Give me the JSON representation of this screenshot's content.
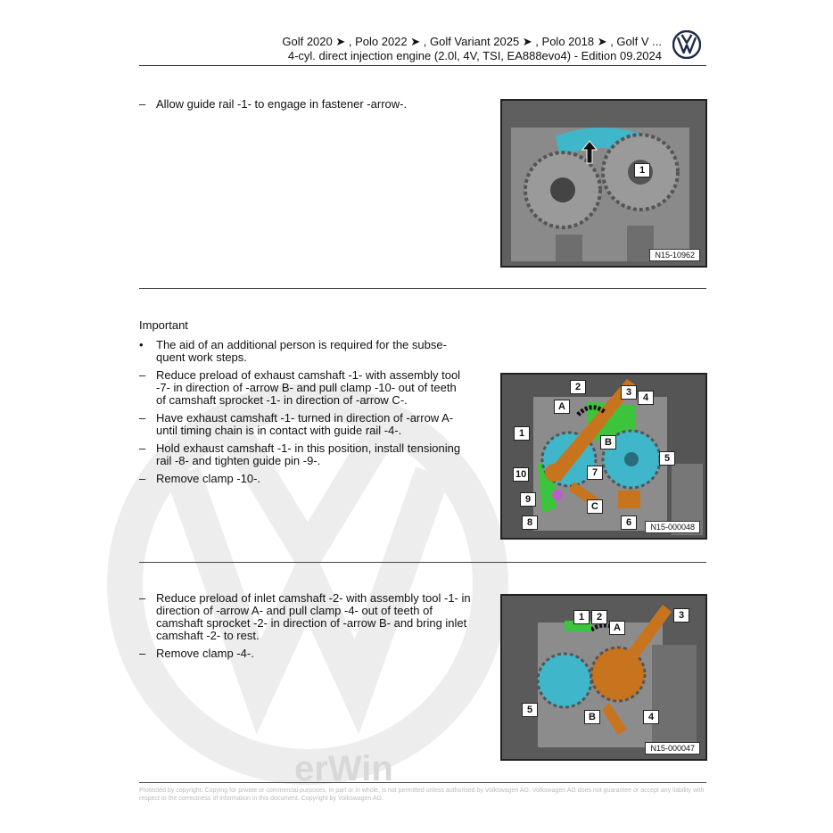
{
  "header": {
    "line1": "Golf 2020 ➤ , Polo 2022 ➤ , Golf Variant 2025 ➤ , Polo 2018 ➤ , Golf V ...",
    "line2": "4-cyl. direct injection engine (2.0l, 4V, TSI, EA888evo4) - Edition 09.2024"
  },
  "sections": [
    {
      "items": [
        {
          "mark": "–",
          "text": "Allow guide rail -1- to engage in fastener -arrow-."
        }
      ],
      "figure": {
        "label": "N15-10962",
        "callouts": [
          "1"
        ]
      }
    },
    {
      "heading": "Important",
      "items": [
        {
          "mark": "•",
          "text": "The aid of an additional person is required for the subse- quent work steps."
        },
        {
          "mark": "–",
          "text": "Reduce preload of exhaust camshaft -1- with assembly tool -7- in direction of -arrow B- and pull clamp -10- out of teeth of camshaft sprocket -1- in direction of -arrow C-."
        },
        {
          "mark": "–",
          "text": "Have exhaust camshaft -1- turned in direction of -arrow A- until timing chain is in contact with guide rail -4-."
        },
        {
          "mark": "–",
          "text": "Hold exhaust camshaft -1- in this position, install tensioning rail -8- and tighten guide pin -9-."
        },
        {
          "mark": "–",
          "text": "Remove clamp -10-."
        }
      ],
      "figure": {
        "label": "N15-000048",
        "callouts": [
          "2",
          "3",
          "4",
          "A",
          "1",
          "B",
          "5",
          "10",
          "7",
          "9",
          "C",
          "8",
          "6"
        ]
      }
    },
    {
      "items": [
        {
          "mark": "–",
          "text": "Reduce preload of inlet camshaft -2- with assembly tool -1- in direction of -arrow A- and pull clamp -4- out of teeth of camshaft sprocket -2- in direction of -arrow B- and bring inlet camshaft -2- to rest."
        },
        {
          "mark": "–",
          "text": "Remove clamp -4-."
        }
      ],
      "figure": {
        "label": "N15-000047",
        "callouts": [
          "1",
          "2",
          "3",
          "A",
          "5",
          "B",
          "4"
        ]
      }
    }
  ],
  "watermark": {
    "text_top": "Protected by copyright. Copying for private or commercial purposes, in part or in whole, is not permitted unless authorised by Volkswagen AG. Volkswagen AG does not guarantee or accept any liability with respect to the correctness of information in this document. Copyright by Volkswagen AG.",
    "brand": "erWin"
  },
  "colors": {
    "accent_cyan": "#3fb6c9",
    "accent_green": "#3cc43c",
    "accent_orange": "#c8741e",
    "text": "#111111"
  }
}
